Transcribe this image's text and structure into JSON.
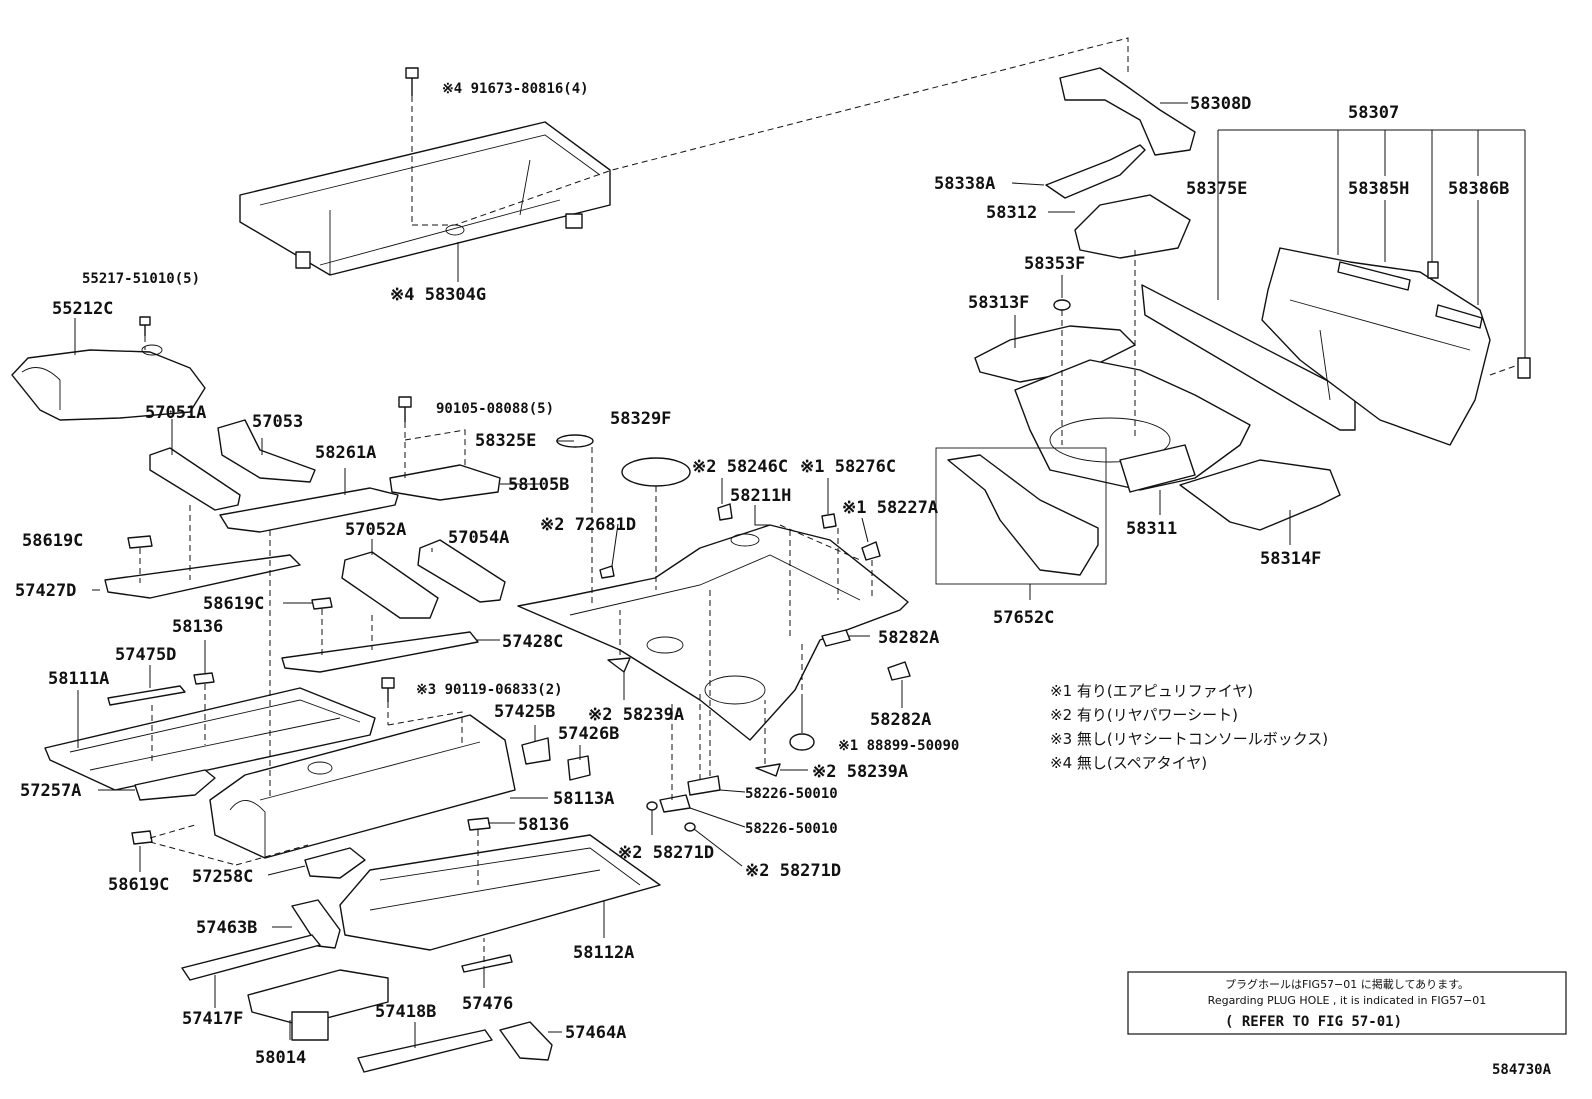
{
  "labels": {
    "p91673": "※4 91673-80816(4)",
    "p58304G": "※4 58304G",
    "p55217": "55217-51010(5)",
    "p55212C": "55212C",
    "p57051A": "57051A",
    "p57053": "57053",
    "p90105": "90105-08088(5)",
    "p58325E": "58325E",
    "p58329F": "58329F",
    "p58261A": "58261A",
    "p58105B": "58105B",
    "p58619C_1": "58619C",
    "p57427D": "57427D",
    "p57052A": "57052A",
    "p57054A": "57054A",
    "p58619C_2": "58619C",
    "p57428C": "57428C",
    "p58136_1": "58136",
    "p57475D": "57475D",
    "p58111A": "58111A",
    "p90119": "※3 90119-06833(2)",
    "p57425B": "57425B",
    "p57426B": "57426B",
    "p57257A": "57257A",
    "p58113A": "58113A",
    "p58136_2": "58136",
    "p58619C_3": "58619C",
    "p57258C": "57258C",
    "p57463B": "57463B",
    "p58112A": "58112A",
    "p57417F": "57417F",
    "p57476": "57476",
    "p58014": "58014",
    "p57418B": "57418B",
    "p57464A": "57464A",
    "p72681D": "※2 72681D",
    "p58246C": "※2 58246C",
    "p58276C": "※1 58276C",
    "p58227A": "※1 58227A",
    "p58211H": "58211H",
    "p58282A_1": "58282A",
    "p58282A_2": "58282A",
    "p58239A_1": "※2 58239A",
    "p88899": "※1 88899-50090",
    "p58239A_2": "※2 58239A",
    "p58226_1": "58226-50010",
    "p58226_2": "58226-50010",
    "p58271D_1": "※2 58271D",
    "p58271D_2": "※2 58271D",
    "p58308D": "58308D",
    "p58338A": "58338A",
    "p58312": "58312",
    "p58353F": "58353F",
    "p58313F": "58313F",
    "p58311": "58311",
    "p57652C": "57652C",
    "p58314F": "58314F",
    "p58307": "58307",
    "p58375E": "58375E",
    "p58385H": "58385H",
    "p58386B": "58386B"
  },
  "notes": [
    "※1 有り(エアピュリファイヤ)",
    "※2 有り(リヤパワーシート)",
    "※3 無し(リヤシートコンソールボックス)",
    "※4 無し(スペアタイヤ)"
  ],
  "reference_box": {
    "line1": "プラグホールはFIG57−01 に掲載してあります。",
    "line2": "Regarding PLUG HOLE , it is indicated in FIG57−01",
    "line3": "( REFER TO FIG 57-01)"
  },
  "figure_id": "584730A"
}
